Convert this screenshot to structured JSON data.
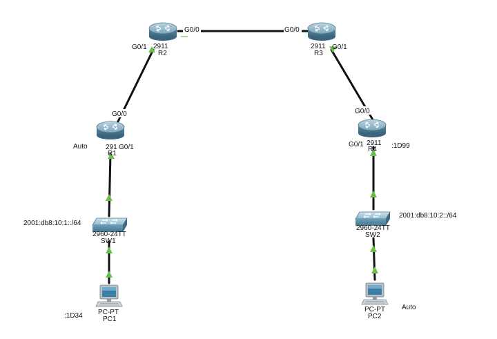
{
  "devices": {
    "r2": {
      "model": "2911",
      "name": "R2"
    },
    "r3": {
      "model": "2911",
      "name": "R3"
    },
    "r1": {
      "model": "2911",
      "name": "R1"
    },
    "r4": {
      "model": "2911",
      "name": "R4"
    },
    "sw1": {
      "model": "2960-24TT",
      "name": "SW1"
    },
    "sw2": {
      "model": "2960-24TT",
      "name": "SW2"
    },
    "pc1": {
      "model": "PC-PT",
      "name": "PC1"
    },
    "pc2": {
      "model": "PC-PT",
      "name": "PC2"
    }
  },
  "ports": {
    "r2_g00": "G0/0",
    "r3_g00": "G0/0",
    "r2_g01": "G0/1",
    "r3_g01": "G0/1",
    "r1_g00": "G0/0",
    "r1_g01": "G0/1",
    "r4_g00": "G0/0",
    "r4_g01": "G0/1"
  },
  "notes": {
    "r1_auto": "Auto",
    "net_left": "2001:db8:10:1::/64",
    "net_right": "2001:db8:10:2::/64",
    "r4_iid": ":1D99",
    "pc1_iid": ":1D34",
    "pc2_auto": "Auto"
  },
  "colors": {
    "link": "#111111",
    "link_up_marker": "#6abf4b",
    "router_body": "#4d7a93",
    "switch_body": "#5c8ea8"
  }
}
